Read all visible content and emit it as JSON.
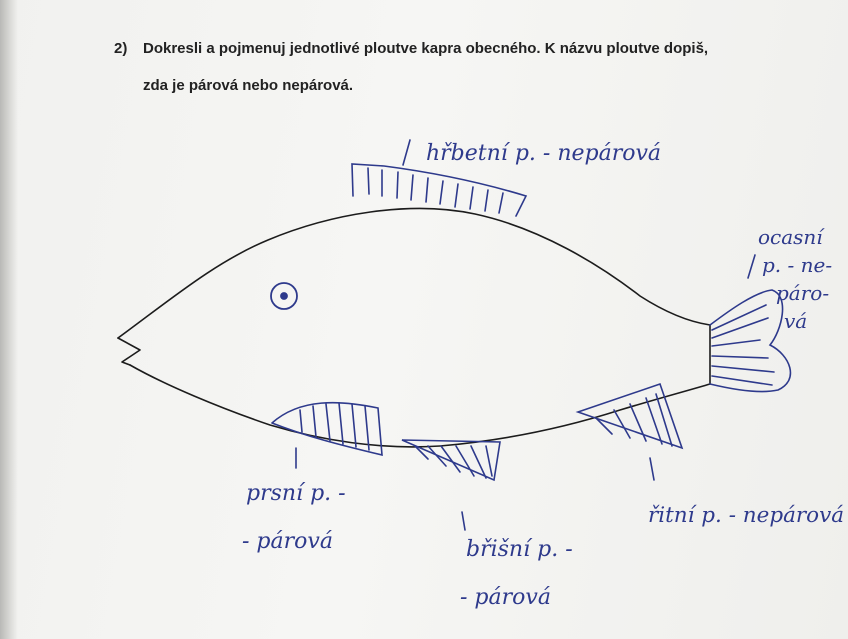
{
  "worksheet": {
    "question_number": "2)",
    "question_line1": "Dokresli a pojmenuj jednotlivé ploutve kapra obecného. K názvu ploutve dopiš,",
    "question_line2": "zda je párová nebo nepárová."
  },
  "labels": {
    "dorsal": "hřbetní p. - nepárová",
    "caudal_1": "ocasní",
    "caudal_2": "p. - ne-",
    "caudal_3": "páro-",
    "caudal_4": "vá",
    "pectoral_1": "prsní p. -",
    "pectoral_2": "- párová",
    "pelvic_1": "břišní p. -",
    "pelvic_2": "- párová",
    "anal": "řitní p. - nepárová"
  },
  "colors": {
    "ink_pencil": "#1c1c1c",
    "ink_pen": "#2e3a8c",
    "paper": "#f4f4f2"
  }
}
